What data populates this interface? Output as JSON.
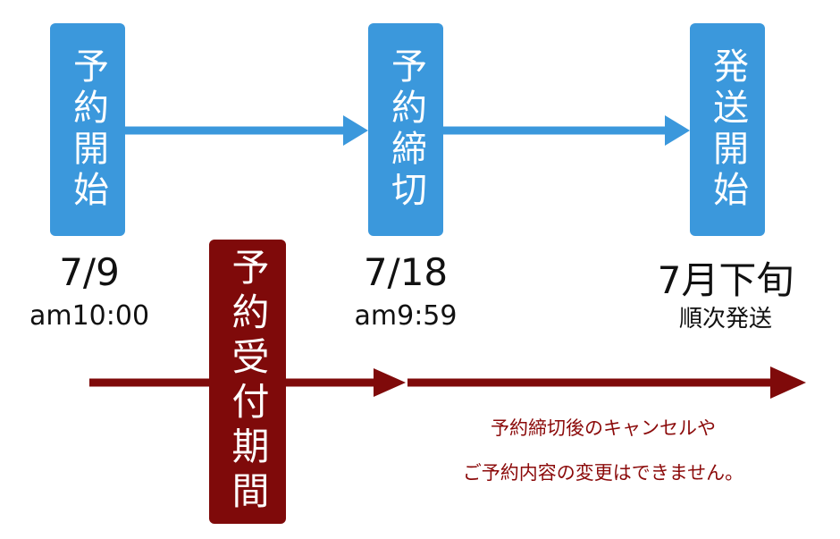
{
  "milestones": {
    "start": {
      "label": "予約開始",
      "date": "7/9",
      "time": "am10:00"
    },
    "deadline": {
      "label": "予約締切",
      "date": "7/18",
      "time": "am9:59"
    },
    "shipping": {
      "label": "発送開始",
      "date": "7月下旬",
      "time": "順次発送"
    }
  },
  "period": {
    "label": "予約受付期間"
  },
  "notice": {
    "line1": "予約締切後のキャンセルや",
    "line2": "ご予約内容の変更はできません。"
  },
  "colors": {
    "blue": "#3b98dc",
    "dark_red": "#7f0a0a",
    "note_red": "#8b0a0a"
  }
}
